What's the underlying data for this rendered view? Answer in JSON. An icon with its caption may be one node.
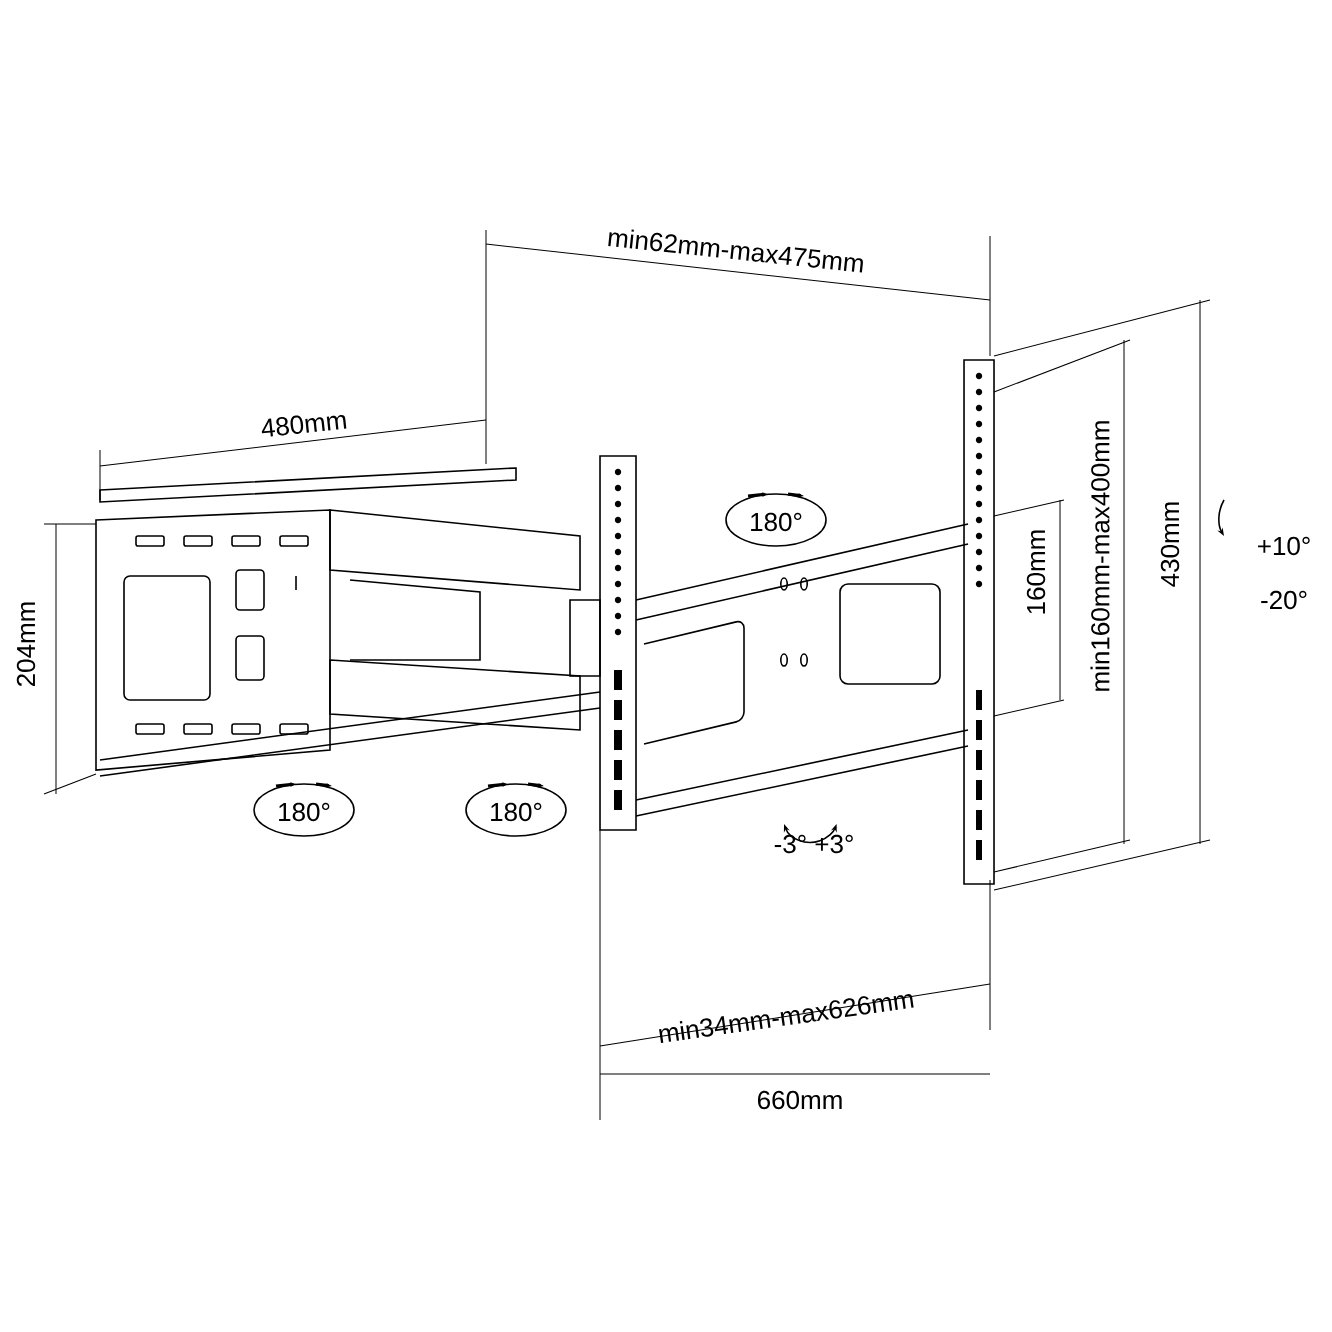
{
  "diagram": {
    "labels": [
      "min62mm-max475mm",
      "480mm",
      "180°",
      "430mm",
      "min160mm-max400mm",
      "160mm",
      "+10°",
      "-20°",
      "204mm",
      "180°",
      "180°",
      "-3° +3°",
      "min34mm-max626mm",
      "660mm"
    ]
  }
}
